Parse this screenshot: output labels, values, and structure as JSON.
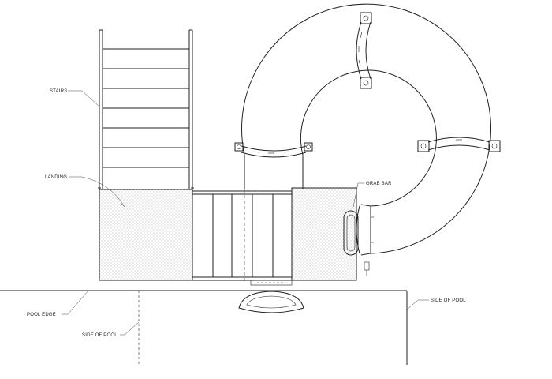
{
  "labels": {
    "stairs": "STAIRS",
    "landing": "LANDING",
    "grab_bar": "GRAB BAR",
    "pool_edge": "POOL EDGE",
    "side_of_pool_left": "SIDE OF POOL",
    "side_of_pool_right": "SIDE OF POOL"
  },
  "colors": {
    "line": "#222222",
    "stipple": "#8a8a8a",
    "background": "#ffffff"
  }
}
